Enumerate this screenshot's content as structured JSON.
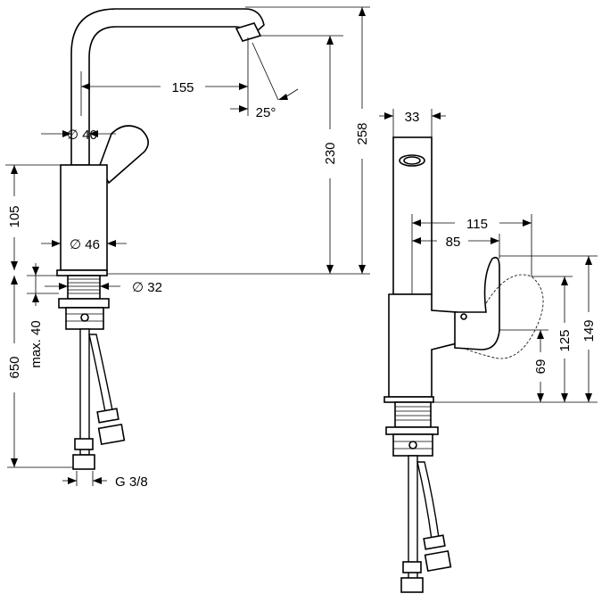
{
  "dimensions": {
    "spout_reach": "155",
    "spout_angle": "25°",
    "spout_height": "230",
    "total_height": "258",
    "neck_diameter": "∅ 40",
    "body_height": "105",
    "body_diameter": "∅ 46",
    "thread_diameter": "∅ 32",
    "max_deck_thickness": "max. 40",
    "hose_length": "650",
    "hose_connection": "G 3/8",
    "side_width": "33",
    "lever_reach_115": "115",
    "lever_reach_85": "85",
    "lever_height_69": "69",
    "lever_height_125": "125",
    "lever_height_149": "149"
  }
}
